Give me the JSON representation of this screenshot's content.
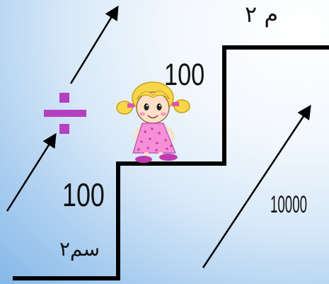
{
  "labels": {
    "unit_top": "م ٢",
    "unit_bottom": "سم٢",
    "step_upper_value": "100",
    "step_lower_value": "100",
    "result_value": "10000"
  },
  "symbols": {
    "operation": "division-sign"
  },
  "colors": {
    "background_light": "#f3f8fd",
    "background_dark": "#86b8e8",
    "division_sign": "#b43fc0",
    "stairs": "#000000",
    "girl_dress": "#f58fd8",
    "girl_hair": "#f7d64a"
  }
}
